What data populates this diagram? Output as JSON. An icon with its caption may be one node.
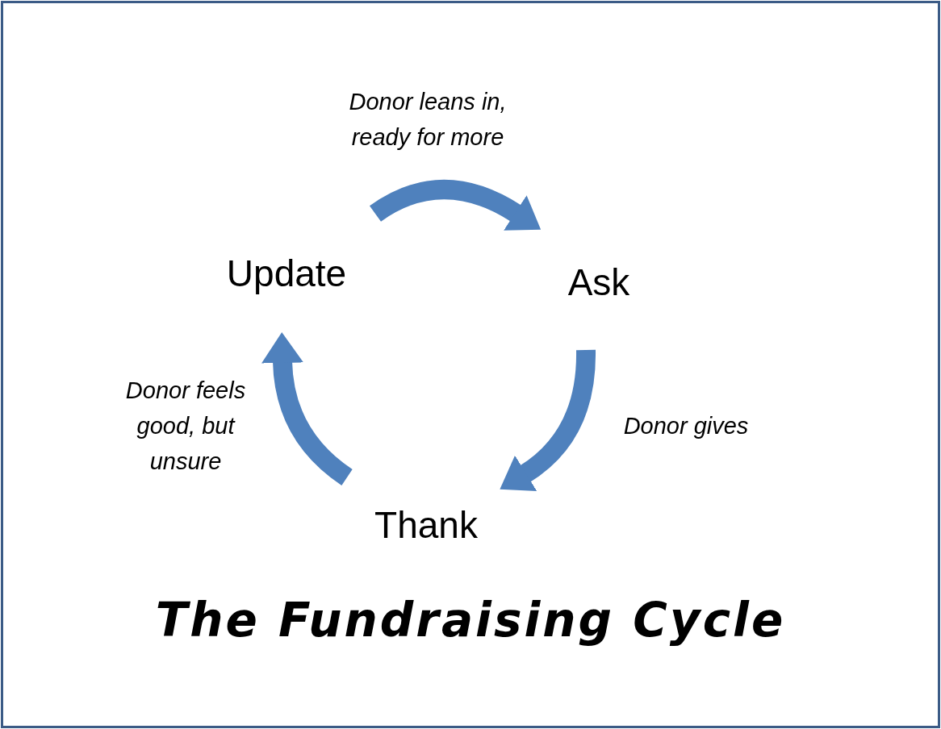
{
  "diagram": {
    "title": "The Fundraising Cycle",
    "nodes": [
      {
        "text": [
          "Update"
        ]
      },
      {
        "text": [
          "Ask"
        ]
      },
      {
        "text": [
          "Thank"
        ]
      }
    ],
    "edges": [
      {
        "from": 0,
        "to": 1,
        "arrow": "to",
        "label": "Donor leans in, ready for more"
      },
      {
        "from": 1,
        "to": 2,
        "arrow": "to",
        "label": "Donor gives"
      },
      {
        "from": 2,
        "to": 0,
        "arrow": "to",
        "label": "Donor feels good, but unsure"
      }
    ]
  }
}
